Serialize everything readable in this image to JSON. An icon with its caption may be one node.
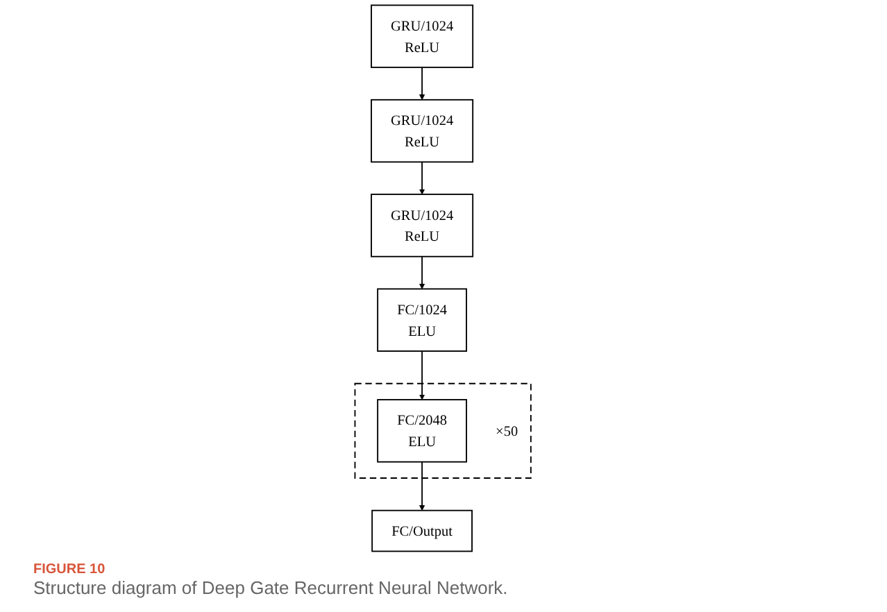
{
  "diagram": {
    "caption": "Structure diagram of Deep Gate Recurrent Neural Network.",
    "nodes": [
      {
        "text": [
          "GRU/1024",
          "ReLU"
        ]
      },
      {
        "text": [
          "GRU/1024",
          "ReLU"
        ]
      },
      {
        "text": [
          "GRU/1024",
          "ReLU"
        ]
      },
      {
        "text": [
          "FC/1024",
          "ELU"
        ]
      },
      {
        "text": [
          "×50"
        ]
      },
      {
        "text": [
          "FC/2048",
          "ELU"
        ],
        "in": 4
      },
      {
        "text": [
          "FC/Output"
        ]
      }
    ],
    "edges": [
      {
        "from": 0,
        "to": 1,
        "arrow": "to"
      },
      {
        "from": 1,
        "to": 2,
        "arrow": "to"
      },
      {
        "from": 2,
        "to": 3,
        "arrow": "to"
      },
      {
        "from": 3,
        "to": 5,
        "arrow": "to"
      },
      {
        "from": 5,
        "to": 6,
        "arrow": "to"
      }
    ],
    "labels": [
      "FIGURE 10"
    ]
  }
}
